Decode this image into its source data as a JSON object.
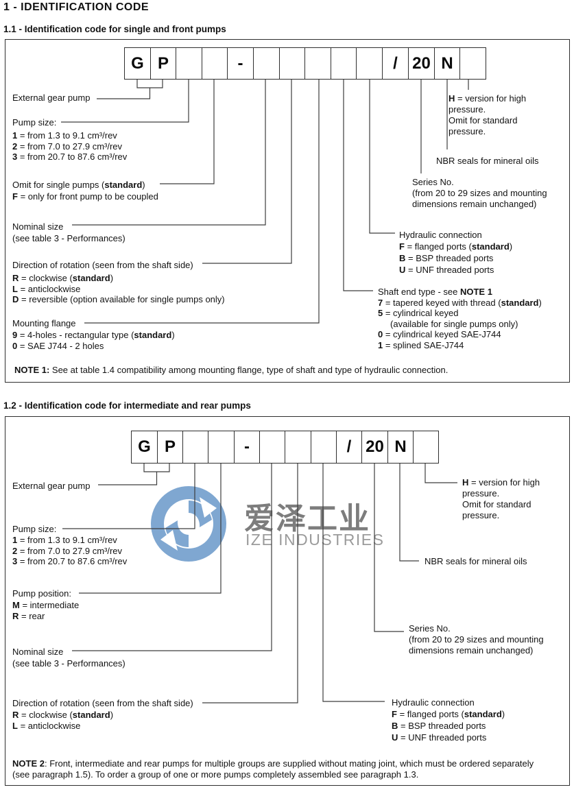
{
  "page_title": "1 - IDENTIFICATION CODE",
  "watermark": {
    "cn": "爱泽工业",
    "en": "IZE INDUSTRIES",
    "logo_blue": "#7fa7d1"
  },
  "section1": {
    "heading": "1.1 - Identification code for single and front pumps",
    "cells": [
      "G",
      "P",
      "",
      "",
      "-",
      "",
      "",
      "",
      "",
      "",
      "/",
      "20",
      "N",
      ""
    ],
    "labels": {
      "external": "External gear pump",
      "pump_size_title": "Pump size:",
      "pump_size_items": "**1** = from 1.3 to 9.1 cm³/rev\n**2** = from 7.0 to 27.9 cm³/rev\n**3** = from 20.7 to 87.6 cm³/rev",
      "omit_front": "Omit for single pumps (**standard**)\n**F** = only for front pump to be coupled",
      "nominal": "Nominal size\n(see table 3 - Performances)",
      "direction_title": "Direction of rotation (seen from the shaft side)",
      "direction_items": "**R** = clockwise (**standard**)\n**L** = anticlockwise\n**D** = reversible (option available for single pumps only)",
      "mounting_title": "Mounting flange",
      "mounting_items": "**9** = 4-holes - rectangular type (**standard**)\n**0** = SAE J744 - 2 holes",
      "h_version": "**H** = version for high\npressure.\nOmit for standard\npressure.",
      "nbr": "NBR seals for mineral oils",
      "series": "Series No.\n(from 20 to 29 sizes and mounting\ndimensions remain unchanged)",
      "hydraulic": "Hydraulic connection\n**F** = flanged ports (**standard**)\n**B** = BSP threaded ports\n**U** = UNF threaded ports",
      "shaft": "Shaft end type - see **NOTE 1**\n**7** = tapered keyed with thread (**standard**)\n**5** = cylindrical keyed\n     (available for single pumps only)\n**0** = cylindrical keyed SAE-J744\n**1** = splined SAE-J744"
    },
    "note": "**NOTE 1:** See at table 1.4 compatibility among mounting flange, type of shaft and type of hydraulic connection."
  },
  "section2": {
    "heading": "1.2 - Identification code for intermediate and rear pumps",
    "cells": [
      "G",
      "P",
      "",
      "",
      "-",
      "",
      "",
      "",
      "/",
      "20",
      "N",
      ""
    ],
    "labels": {
      "external": "External gear pump",
      "pump_size_title": "Pump size:",
      "pump_size_items": "**1** = from 1.3 to 9.1 cm³/rev\n**2** = from 7.0 to 27.9 cm³/rev\n**3** = from 20.7 to 87.6 cm³/rev",
      "position_title": "Pump position:",
      "position_items": "**M** = intermediate\n**R** = rear",
      "nominal": "Nominal size\n(see table 3 - Performances)",
      "direction_title": "Direction of rotation (seen from the shaft side)",
      "direction_items": "**R** = clockwise (**standard**)\n**L** = anticlockwise",
      "h_version": "**H** = version for high\npressure.\nOmit for standard\npressure.",
      "nbr": "NBR seals for mineral oils",
      "series": "Series No.\n(from 20 to 29 sizes and mounting\ndimensions remain unchanged)",
      "hydraulic": "Hydraulic connection\n**F** = flanged ports (**standard**)\n**B** = BSP threaded ports\n**U** = UNF threaded ports"
    },
    "note": "**NOTE 2**: Front, intermediate and rear pumps for multiple groups are supplied without mating joint, which must be ordered separately\n(see paragraph 1.5). To order a group of one or more pumps completely assembled see paragraph 1.3."
  }
}
